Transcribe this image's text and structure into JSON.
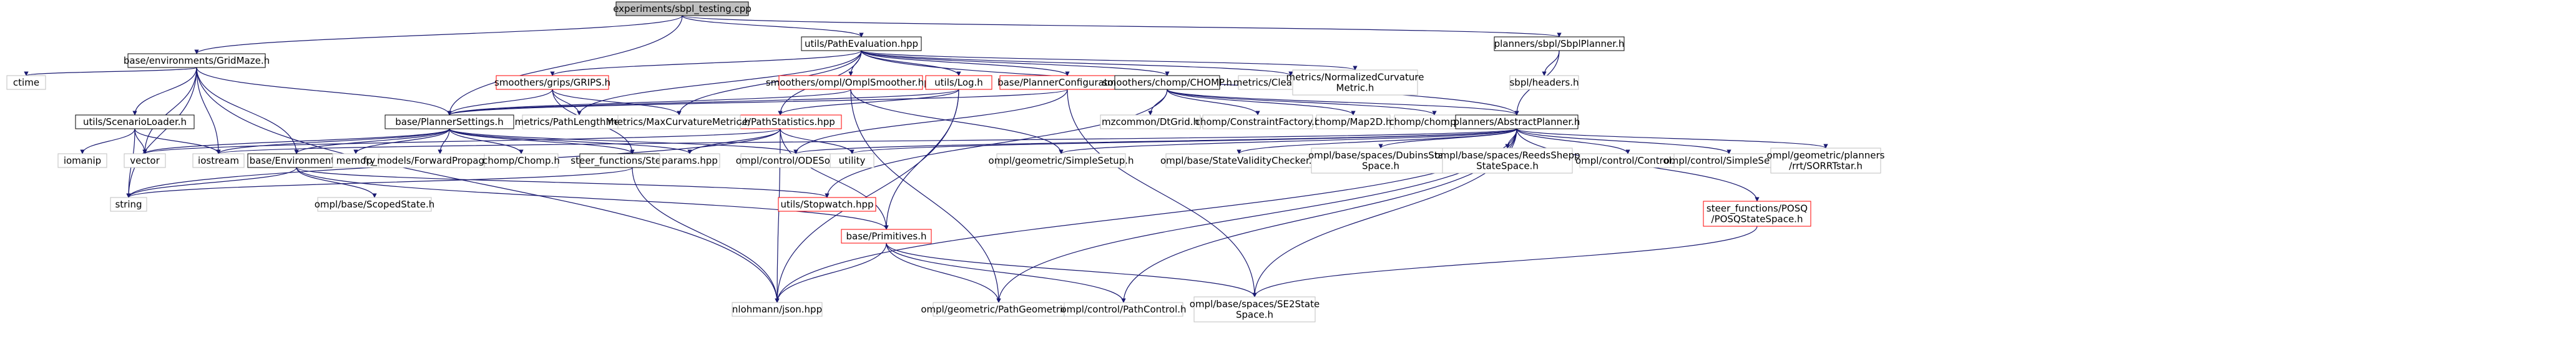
{
  "colors": {
    "edge": "#191970",
    "border_normal": "#000000",
    "border_missing": "#bfbfbf",
    "border_cycle": "#ff0000",
    "fill_root": "#bfbfbf",
    "fill_node": "#ffffff",
    "text": "#000000"
  },
  "nodes": {
    "root": "experiments/sbpl_testing.cpp",
    "gridmaze": "base/environments/GridMaze.h",
    "patheval": "utils/PathEvaluation.hpp",
    "sbplplanner": "planners/sbpl/SbplPlanner.h",
    "ctime": "ctime",
    "scenarioloader": "utils/ScenarioLoader.h",
    "smoothers_grips": "smoothers/grips/GRIPS.h",
    "ompl_smoother": "smoothers/ompl/OmplSmoother.hpp",
    "utils_log": "utils/Log.h",
    "plannerconfig": "base/PlannerConfigurator.hpp",
    "chompfile": "smoothers/chomp/CHOMP.h",
    "clearingmetric": "metrics/ClearingMetric.h",
    "normcurv": "metrics/NormalizedCurvature\nMetric.h",
    "sbplheaders": "sbpl/headers.h",
    "plannersettings": "base/PlannerSettings.h",
    "pathstats": "base/PathStatistics.hpp",
    "pathlength": "metrics/PathLengthMetric.h",
    "maxcurv": "metrics/MaxCurvatureMetric.h",
    "mzcommon": "mzcommon/DtGrid.h",
    "chomp_constraint": "chomp/ConstraintFactory.h",
    "chomp_map2d": "chomp/Map2D.h",
    "chomputil": "chomp/chomputil.h",
    "abstractplanner": "planners/AbstractPlanner.h",
    "iomanip": "iomanip",
    "vector": "vector",
    "iostream": "iostream",
    "environment": "base/Environment.h",
    "memory": "memory",
    "fp_models": "fp_models/ForwardPropagation.h",
    "chomp_chomp": "chomp/Chomp.h",
    "steering": "steer_functions/Steering.h",
    "params": "params.hpp",
    "odesolver": "ompl/control/ODESolver.h",
    "utility": "utility",
    "simplesetup": "ompl/geometric/SimpleSetup.h",
    "statevalidity": "ompl/base/StateValidityChecker.h",
    "dubins": "ompl/base/spaces/DubinsState\nSpace.h",
    "reedsshepp": "ompl/base/spaces/ReedsShepp\nStateSpace.h",
    "control_control": "ompl/control/Control.h",
    "control_simplesetup": "ompl/control/SimpleSetup.h",
    "sorrtstar": "ompl/geometric/planners\n/rrt/SORRTstar.h",
    "string": "string",
    "scopedstate": "ompl/base/ScopedState.h",
    "stopwatch": "utils/Stopwatch.hpp",
    "primitives": "base/Primitives.h",
    "posq": "steer_functions/POSQ\n/POSQStateSpace.h",
    "json": "nlohmann/json.hpp",
    "pathgeometric": "ompl/geometric/PathGeometric.h",
    "pathcontrol": "ompl/control/PathControl.h",
    "se2": "ompl/base/spaces/SE2State\nSpace.h"
  }
}
